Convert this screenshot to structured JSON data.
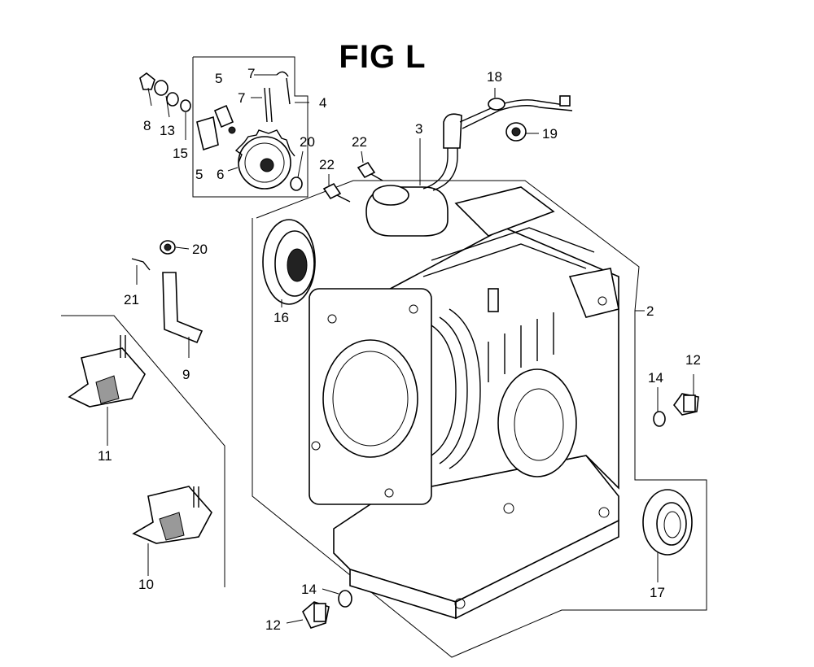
{
  "title": "FIG L",
  "callouts": [
    {
      "id": "c-2",
      "label": "2"
    },
    {
      "id": "c-3",
      "label": "3"
    },
    {
      "id": "c-4",
      "label": "4"
    },
    {
      "id": "c-5a",
      "label": "5"
    },
    {
      "id": "c-5b",
      "label": "5"
    },
    {
      "id": "c-6",
      "label": "6"
    },
    {
      "id": "c-7a",
      "label": "7"
    },
    {
      "id": "c-7b",
      "label": "7"
    },
    {
      "id": "c-8",
      "label": "8"
    },
    {
      "id": "c-9",
      "label": "9"
    },
    {
      "id": "c-10",
      "label": "10"
    },
    {
      "id": "c-11",
      "label": "11"
    },
    {
      "id": "c-12a",
      "label": "12"
    },
    {
      "id": "c-12b",
      "label": "12"
    },
    {
      "id": "c-13",
      "label": "13"
    },
    {
      "id": "c-14a",
      "label": "14"
    },
    {
      "id": "c-14b",
      "label": "14"
    },
    {
      "id": "c-15",
      "label": "15"
    },
    {
      "id": "c-16",
      "label": "16"
    },
    {
      "id": "c-17",
      "label": "17"
    },
    {
      "id": "c-18",
      "label": "18"
    },
    {
      "id": "c-19",
      "label": "19"
    },
    {
      "id": "c-20a",
      "label": "20"
    },
    {
      "id": "c-20b",
      "label": "20"
    },
    {
      "id": "c-21",
      "label": "21"
    },
    {
      "id": "c-22a",
      "label": "22"
    },
    {
      "id": "c-22b",
      "label": "22"
    }
  ]
}
